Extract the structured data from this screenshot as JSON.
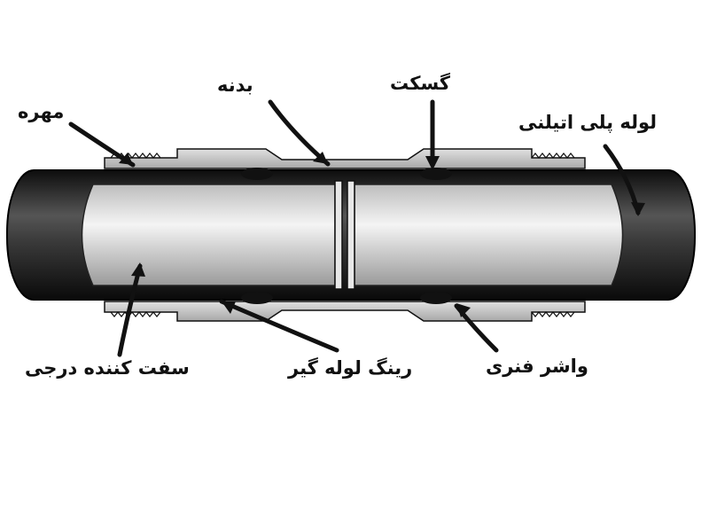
{
  "labels": {
    "nut": "مهره",
    "body": "بدنه",
    "gasket": "گسکت",
    "pe_pipe": "لوله پلی اتیلنی",
    "stiffener": "سفت کننده درجی",
    "grip_ring": "رینگ لوله گیر",
    "spring_washer": "واشر فنری"
  },
  "colors": {
    "pipe_dark": "#1a1a1a",
    "pipe_light": "#e6e6e6",
    "fitting_gray": "#c9c9c9",
    "outline": "#111111",
    "background": "#ffffff"
  }
}
